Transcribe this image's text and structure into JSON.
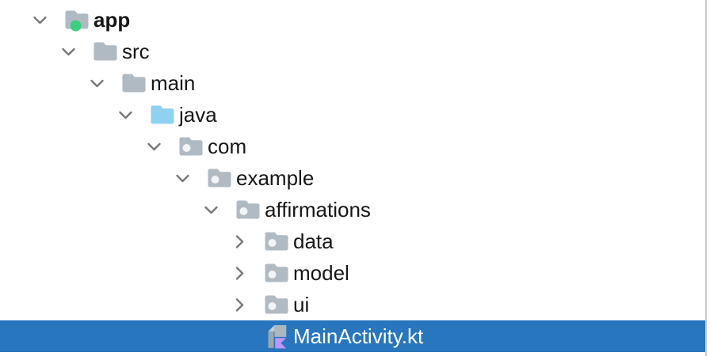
{
  "panel": {
    "name": "project-tree",
    "selected_item": "MainActivity.kt"
  },
  "tree": {
    "rows": [
      {
        "label": "app",
        "level": 0,
        "icon": "android-module-folder",
        "state": "expanded",
        "bold": true,
        "selected": false
      },
      {
        "label": "src",
        "level": 1,
        "icon": "folder",
        "state": "expanded",
        "bold": false,
        "selected": false
      },
      {
        "label": "main",
        "level": 2,
        "icon": "folder",
        "state": "expanded",
        "bold": false,
        "selected": false
      },
      {
        "label": "java",
        "level": 3,
        "icon": "source-root-folder",
        "state": "expanded",
        "bold": false,
        "selected": false
      },
      {
        "label": "com",
        "level": 4,
        "icon": "package-folder",
        "state": "expanded",
        "bold": false,
        "selected": false
      },
      {
        "label": "example",
        "level": 5,
        "icon": "package-folder",
        "state": "expanded",
        "bold": false,
        "selected": false
      },
      {
        "label": "affirmations",
        "level": 6,
        "icon": "package-folder",
        "state": "expanded",
        "bold": false,
        "selected": false
      },
      {
        "label": "data",
        "level": 7,
        "icon": "package-folder",
        "state": "collapsed",
        "bold": false,
        "selected": false
      },
      {
        "label": "model",
        "level": 7,
        "icon": "package-folder",
        "state": "collapsed",
        "bold": false,
        "selected": false
      },
      {
        "label": "ui",
        "level": 7,
        "icon": "package-folder",
        "state": "collapsed",
        "bold": false,
        "selected": false
      },
      {
        "label": "MainActivity.kt",
        "level": 7,
        "icon": "kotlin-file",
        "state": "none",
        "bold": false,
        "selected": true
      }
    ]
  },
  "colors": {
    "selection": "#2776be",
    "text": "#161616",
    "selected_text": "#ffffff",
    "chevron": "#777777",
    "folder_gray": "#b0bac2",
    "folder_blue": "#8fd1f0",
    "module_dot_green": "#3bd07f",
    "package_dot": "#f2f4f5",
    "kotlin_fold_gray": "#c9d0d6",
    "kotlin_square_gray": "#adb7bf",
    "kotlin_bar_gray": "#9ca6af",
    "kotlin_purple": "#be96f8",
    "panel_border": "#cbcbcb",
    "background": "#ffffff"
  }
}
